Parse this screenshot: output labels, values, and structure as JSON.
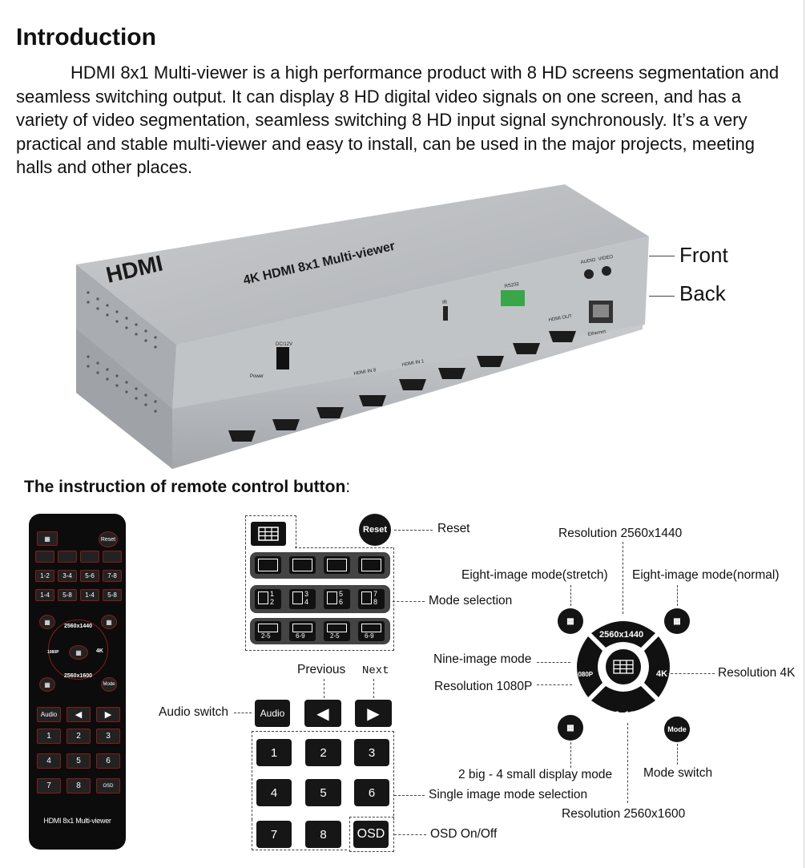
{
  "title": "Introduction",
  "intro": "HDMI 8x1 Multi-viewer is a high performance product with 8 HD screens segmentation and seamless switching output. It can display 8 HD digital video signals on one screen,  and has a variety of video segmentation, seamless switching 8 HD input signal synchronously. It’s a very practical and stable multi-viewer and easy to install, can be used in the major projects, meeting halls and other places.",
  "device": {
    "brand": "HDMI",
    "name": "4K HDMI 8x1 Multi-viewer",
    "front_label": "Front",
    "back_label": "Back",
    "port_labels": {
      "audio": "AUDIO",
      "video": "VIDEO",
      "ir": "IR",
      "rs232": "RS232",
      "hdmi_out": "HDMI OUT",
      "ethernet": "Ethernet",
      "dc": "DC/12V",
      "power": "Power",
      "hdmi_in_range_start": "HDMI IN 8",
      "hdmi_in_range_end": "HDMI IN 1"
    }
  },
  "remote_heading": "The instruction of remote control button",
  "remote_heading_colon": ":",
  "remote": {
    "model": "HDMI 8x1 Multi-viewer",
    "reset": "Reset",
    "res_2560x1440": "2560x1440",
    "res_2560x1600": "2560x1600",
    "res_1080p": "1080P",
    "res_4k": "4K",
    "mode": "Mode",
    "audio": "Audio",
    "osd": "OSD",
    "numbers": [
      "1",
      "2",
      "3",
      "4",
      "5",
      "6",
      "7",
      "8"
    ],
    "mode_row3": [
      [
        "1",
        "2"
      ],
      [
        "3",
        "4"
      ],
      [
        "5",
        "6"
      ],
      [
        "7",
        "8"
      ]
    ],
    "mode_row4": [
      "2-5",
      "6-9",
      "2-5",
      "6-9"
    ],
    "mini_row3": [
      "1-2",
      "3-4",
      "5-6",
      "7-8"
    ],
    "mini_row4": [
      "1-4",
      "5-8",
      "1-4",
      "5-8"
    ]
  },
  "callouts": {
    "reset": "Reset",
    "mode_selection": "Mode selection",
    "previous": "Previous",
    "next": "Next",
    "audio_switch": "Audio switch",
    "single_image": "Single image mode selection",
    "osd": "OSD On/Off",
    "res_2560x1440": "Resolution 2560x1440",
    "eight_stretch": "Eight-image mode(stretch)",
    "eight_normal": "Eight-image mode(normal)",
    "nine_image": "Nine-image mode",
    "res_1080p": "Resolution 1080P",
    "res_4k": "Resolution 4K",
    "two_big": "2 big - 4 small display mode",
    "mode_switch": "Mode switch",
    "res_2560x1600": "Resolution 2560x1600"
  }
}
